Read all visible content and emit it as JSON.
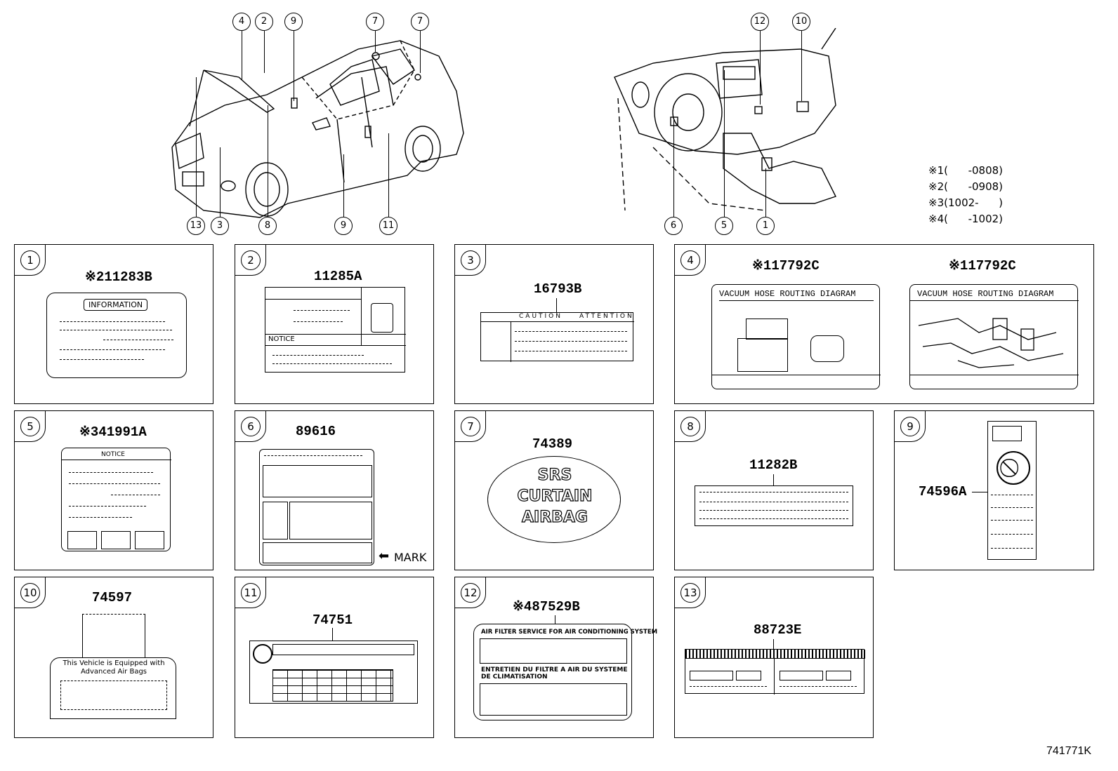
{
  "notes": [
    {
      "mark": "※1",
      "range": "(      -0808)"
    },
    {
      "mark": "※2",
      "range": "(      -0908)"
    },
    {
      "mark": "※3",
      "range": "(1002-      )"
    },
    {
      "mark": "※4",
      "range": "(      -1002)"
    }
  ],
  "figure_id": "741771K",
  "exterior_callouts_top": [
    "4",
    "2",
    "9",
    "7",
    "7"
  ],
  "exterior_callouts_bottom": [
    "13",
    "3",
    "8",
    "9",
    "11"
  ],
  "interior_callouts_top": [
    "12",
    "10"
  ],
  "interior_callouts_bottom": [
    "6",
    "5",
    "1"
  ],
  "panels": [
    {
      "num": "1",
      "parts": [
        {
          "mark": "※2",
          "code": "11283B"
        }
      ],
      "texts": [
        "INFORMATION"
      ]
    },
    {
      "num": "2",
      "parts": [
        {
          "mark": "",
          "code": "11285A"
        }
      ],
      "texts": [
        "NOTICE"
      ]
    },
    {
      "num": "3",
      "parts": [
        {
          "mark": "",
          "code": "16793B"
        }
      ],
      "texts": [
        "CAUTION",
        "ATTENTION"
      ]
    },
    {
      "num": "4",
      "parts": [
        {
          "mark": "※1",
          "code": "17792C"
        },
        {
          "mark": "※1",
          "code": "17792C"
        }
      ],
      "texts": [
        "VACUUM HOSE ROUTING DIAGRAM",
        "VACUUM HOSE ROUTING DIAGRAM"
      ]
    },
    {
      "num": "5",
      "parts": [
        {
          "mark": "※3",
          "code": "41991A"
        }
      ],
      "texts": [
        "NOTICE"
      ]
    },
    {
      "num": "6",
      "parts": [
        {
          "mark": "",
          "code": "89616"
        }
      ],
      "texts": [
        "MARK"
      ]
    },
    {
      "num": "7",
      "parts": [
        {
          "mark": "",
          "code": "74389"
        }
      ],
      "texts": [
        "SRS",
        "CURTAIN",
        "AIRBAG"
      ]
    },
    {
      "num": "8",
      "parts": [
        {
          "mark": "",
          "code": "11282B"
        }
      ],
      "texts": []
    },
    {
      "num": "9",
      "parts": [
        {
          "mark": "",
          "code": "74596A"
        }
      ],
      "texts": []
    },
    {
      "num": "10",
      "parts": [
        {
          "mark": "",
          "code": "74597"
        }
      ],
      "texts": [
        "This Vehicle is Equipped with",
        "Advanced Air Bags"
      ]
    },
    {
      "num": "11",
      "parts": [
        {
          "mark": "",
          "code": "74751"
        }
      ],
      "texts": []
    },
    {
      "num": "12",
      "parts": [
        {
          "mark": "※4",
          "code": "87529B"
        }
      ],
      "texts": [
        "AIR FILTER SERVICE FOR AIR CONDITIONING SYSTEM",
        "ENTRETIEN DU FILTRE A AIR DU SYSTEME",
        "DE CLIMATISATION"
      ]
    },
    {
      "num": "13",
      "parts": [
        {
          "mark": "",
          "code": "88723E"
        }
      ],
      "texts": []
    }
  ]
}
